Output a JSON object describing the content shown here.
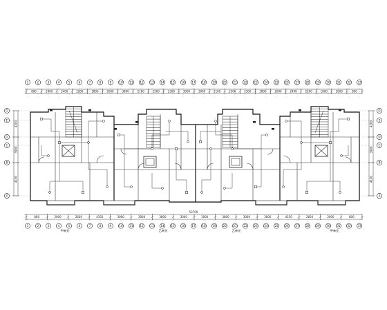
{
  "drawing": {
    "top_axis_numbers": [
      "1",
      "2",
      "3",
      "4",
      "5",
      "6",
      "7",
      "8",
      "9",
      "10",
      "11",
      "12",
      "13",
      "14",
      "15",
      "16",
      "17",
      "18",
      "19",
      "20",
      "21",
      "22",
      "23",
      "24",
      "25",
      "26",
      "27",
      "28",
      "29",
      "30",
      "31",
      "32",
      "33"
    ],
    "top_dimensions": [
      "800",
      "2000",
      "2400",
      "2200",
      "1800",
      "2000",
      "3800",
      "2100",
      "2500",
      "2300",
      "3000",
      "3000",
      "2100",
      "2500",
      "2300",
      "3800",
      "2000",
      "2400",
      "2200",
      "1800",
      "2000",
      "800"
    ],
    "bottom_dimensions": [
      "800",
      "2000",
      "2600",
      "4150",
      "3000",
      "3000",
      "3800",
      "3000",
      "3000",
      "3800",
      "3000",
      "3000",
      "4150",
      "2600",
      "2000",
      "800"
    ],
    "total_dimension": "53700",
    "left_axis_letters": [
      "G",
      "E",
      "D",
      "C",
      "B",
      "A"
    ],
    "right_axis_letters": [
      "G",
      "E",
      "D",
      "C",
      "B",
      "A"
    ],
    "left_dimensions": [
      "4200",
      "3900",
      "4100"
    ],
    "right_dimensions": [
      "4200",
      "3900",
      "4100"
    ],
    "unit_labels": [
      "甲单元",
      "乙单元",
      "乙单元",
      "甲单元"
    ]
  }
}
